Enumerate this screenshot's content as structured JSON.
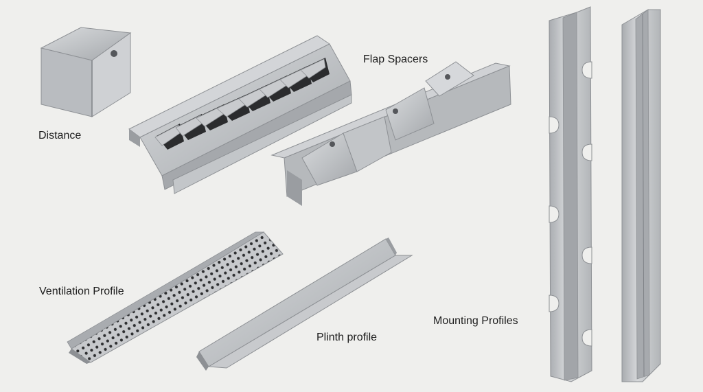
{
  "labels": {
    "distance": "Distance",
    "flap_spacers": "Flap Spacers",
    "ventilation_profile": "Ventilation Profile",
    "plinth_profile": "Plinth profile",
    "mounting_profiles": "Mounting Profiles"
  },
  "colors": {
    "background": "#efefed",
    "metal_light": "#d4d6d8",
    "metal_mid": "#b4b7ba",
    "metal_dark": "#8d9094",
    "metal_shadow": "#6e7176",
    "slot_dark": "#2b2c2e",
    "text": "#1c1c1c"
  }
}
